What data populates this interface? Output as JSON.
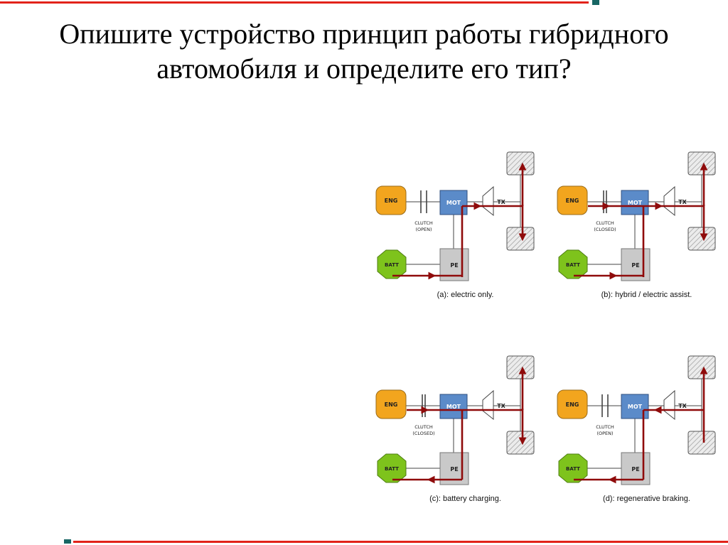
{
  "slide": {
    "title": "Опишите устройство принцип работы гибридного автомобиля и определите его тип?"
  },
  "colors": {
    "accent_line": "#e2231a",
    "accent_square": "#176664",
    "engine": "#f2a51e",
    "motor": "#5b8bc9",
    "battery": "#7ec31c",
    "power_electronics": "#c9c9c9",
    "power_flow": "#8f0b0b"
  },
  "diagram": {
    "labels": {
      "engine": "ENG",
      "motor": "MOT",
      "transmission": "TX",
      "battery": "BATT",
      "power_electronics": "PE",
      "clutch": "CLUTCH"
    },
    "panels": [
      {
        "clutch_state": "(OPEN)",
        "caption": "(a): electric only."
      },
      {
        "clutch_state": "(CLOSED)",
        "caption": "(b): hybrid / electric assist."
      },
      {
        "clutch_state": "(CLOSED)",
        "caption": "(c): battery charging."
      },
      {
        "clutch_state": "(OPEN)",
        "caption": "(d): regenerative braking."
      }
    ]
  }
}
